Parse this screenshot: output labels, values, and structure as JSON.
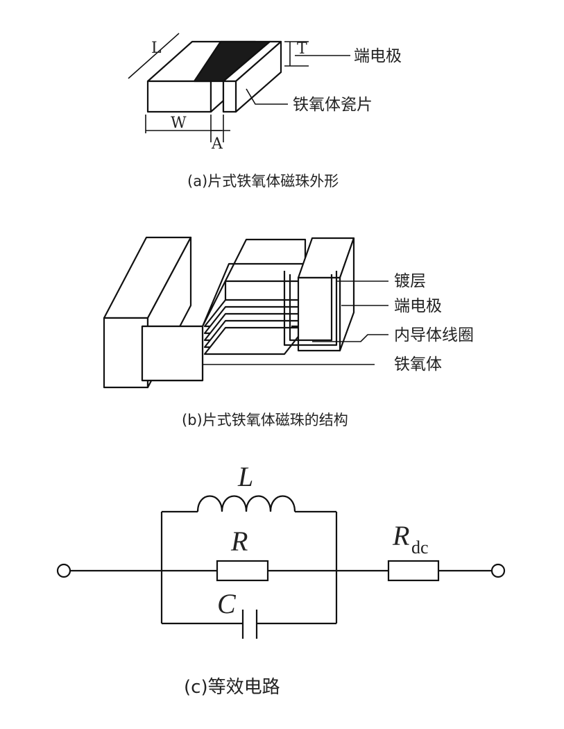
{
  "panel_a": {
    "caption": "(a)片式铁氧体磁珠外形",
    "dims": {
      "length": "L",
      "thickness": "T",
      "width": "W",
      "electrode_width": "A"
    },
    "labels": {
      "terminal_electrode": "端电极",
      "ferrite_chip": "铁氧体瓷片"
    }
  },
  "panel_b": {
    "caption": "(b)片式铁氧体磁珠的结构",
    "labels": {
      "plating": "镀层",
      "terminal_electrode": "端电极",
      "inner_coil": "内导体线圈",
      "ferrite": "铁氧体"
    }
  },
  "panel_c": {
    "caption": "(c)等效电路",
    "symbols": {
      "inductor": "L",
      "resistor": "R",
      "capacitor": "C",
      "rdc_main": "R",
      "rdc_sub": "dc"
    }
  }
}
